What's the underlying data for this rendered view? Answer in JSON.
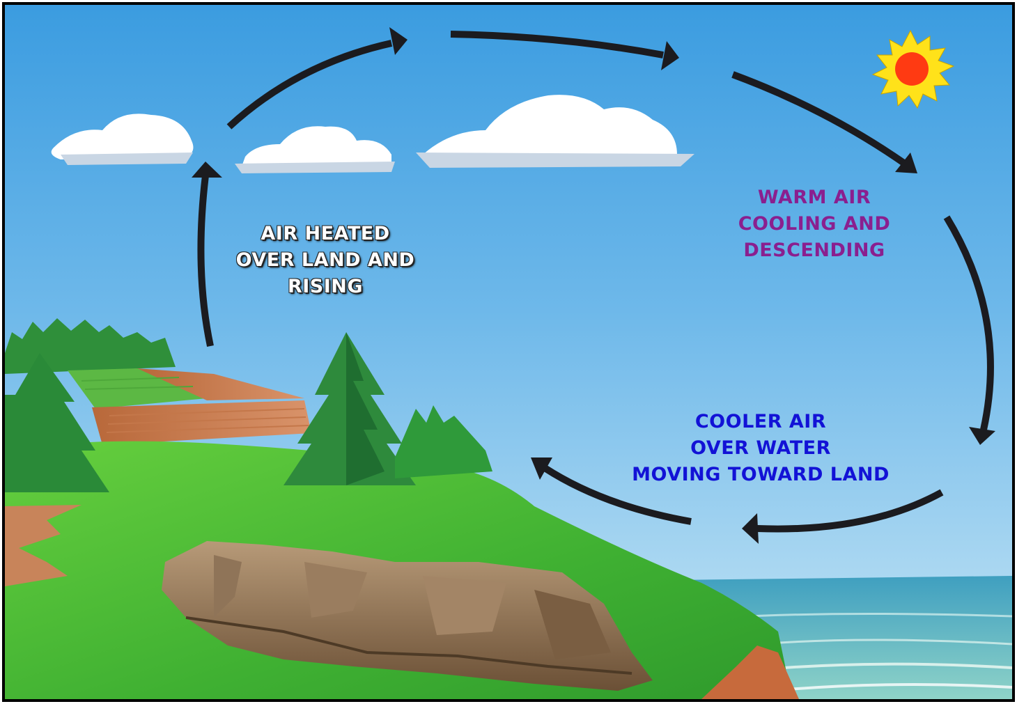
{
  "labels": {
    "rising": {
      "lines": [
        "AIR HEATED",
        "OVER LAND AND",
        "RISING"
      ],
      "color": "#ffffff"
    },
    "descending": {
      "lines": [
        "WARM AIR",
        "COOLING AND",
        "DESCENDING"
      ],
      "color": "#8a1f8f"
    },
    "cooler": {
      "lines": [
        "COOLER AIR",
        "OVER WATER",
        "MOVING TOWARD LAND"
      ],
      "color": "#1212d6"
    }
  },
  "colors": {
    "sky_top": "#3b9ce0",
    "sky_bottom": "#bfe3f6",
    "grass": "#4fc33a",
    "water": "#5fb5c8",
    "arrow": "#1b1b1f",
    "sun": "#ff3a12",
    "sun_rays": "#ffe21a"
  },
  "icons": [
    "sun-icon",
    "cloud-icon",
    "tree-icon",
    "rock-icon",
    "arrow-icon"
  ]
}
